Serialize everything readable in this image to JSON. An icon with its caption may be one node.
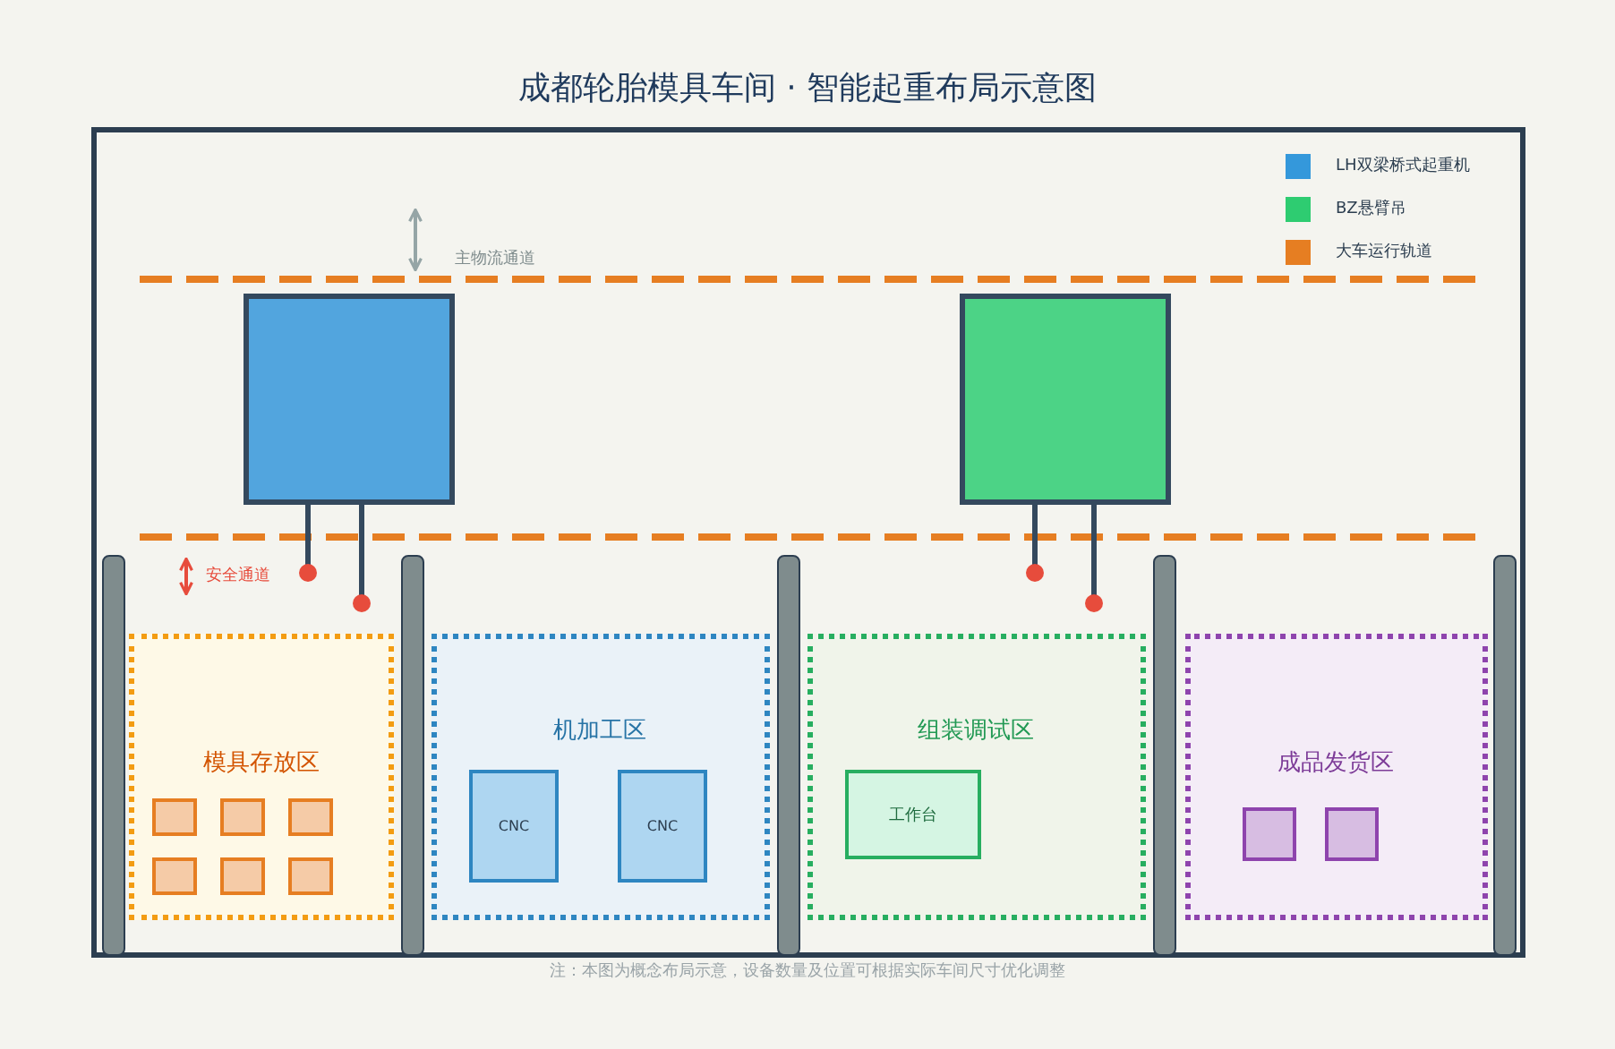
{
  "diagram": {
    "title": "成都轮胎模具车间 · 智能起重布局示意图",
    "caption": "注：本图为概念布局示意，设备数量及位置可根据实际车间尺寸优化调整",
    "nodes": [
      {
        "text": [],
        "shape": "box"
      },
      {
        "text": [],
        "shape": "box"
      },
      {
        "text": [
          "模具存放区"
        ]
      },
      {
        "text": [],
        "shape": "box",
        "in": 2
      },
      {
        "text": [],
        "shape": "box",
        "in": 2
      },
      {
        "text": [],
        "shape": "box",
        "in": 2
      },
      {
        "text": [],
        "shape": "box",
        "in": 2
      },
      {
        "text": [],
        "shape": "box",
        "in": 2
      },
      {
        "text": [],
        "shape": "box",
        "in": 2
      },
      {
        "text": [
          "机加工区"
        ]
      },
      {
        "text": [
          "CNC"
        ],
        "in": 9
      },
      {
        "text": [
          "CNC"
        ],
        "in": 9
      },
      {
        "text": [
          "组装调试区"
        ]
      },
      {
        "text": [
          "工作台"
        ],
        "in": 12
      },
      {
        "text": [
          "成品发货区"
        ]
      },
      {
        "text": [],
        "shape": "box",
        "in": 14
      },
      {
        "text": [],
        "shape": "box",
        "in": 14
      },
      {
        "text": [],
        "shape": "bar"
      },
      {
        "text": [],
        "shape": "bar"
      },
      {
        "text": [],
        "shape": "bar"
      },
      {
        "text": [],
        "shape": "bar"
      },
      {
        "text": [],
        "shape": "bar"
      }
    ],
    "labels": [
      "主物流通道",
      "安全通道"
    ],
    "legend": [
      {
        "text": "LH双梁桥式起重机",
        "color": "#3498db"
      },
      {
        "text": "BZ悬臂吊",
        "color": "#2ecc71"
      },
      {
        "text": "大车运行轨道",
        "color": "#e67e22"
      }
    ]
  }
}
